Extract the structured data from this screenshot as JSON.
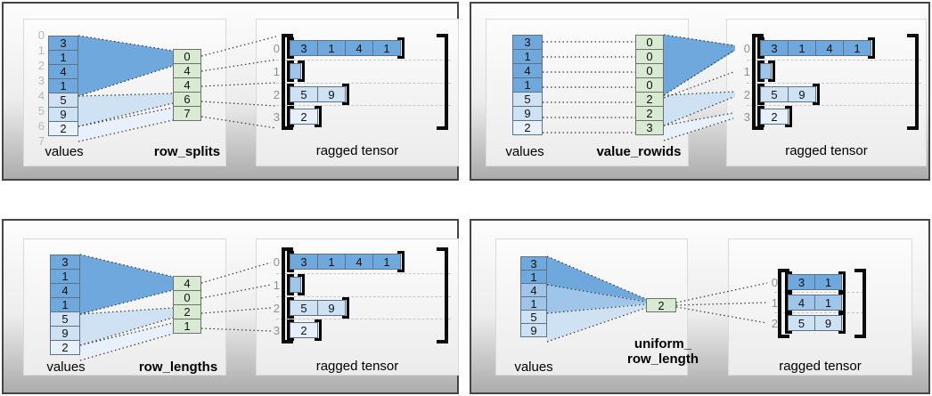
{
  "colors": {
    "dark_blue": "#6fa8dc",
    "medium_blue": "#9fc5e8",
    "light_blue": "#cfe2f3",
    "extra_light_blue": "#e8f1fb",
    "green": "#d9ead3"
  },
  "panels": [
    {
      "key_name": "row_splits",
      "values_label": "values",
      "tensor_label": "ragged tensor",
      "value_indices": [
        "0",
        "1",
        "2",
        "3",
        "4",
        "5",
        "6",
        "7"
      ],
      "values": [
        {
          "v": "3",
          "tone": "dark"
        },
        {
          "v": "1",
          "tone": "dark"
        },
        {
          "v": "4",
          "tone": "dark"
        },
        {
          "v": "1",
          "tone": "dark"
        },
        {
          "v": "5",
          "tone": "light"
        },
        {
          "v": "9",
          "tone": "light"
        },
        {
          "v": "2",
          "tone": "xlight"
        }
      ],
      "key_cells": [
        "0",
        "4",
        "4",
        "6",
        "7"
      ],
      "tensor_rows": [
        {
          "index": "0",
          "tone": "dark",
          "cells": [
            "3",
            "1",
            "4",
            "1"
          ]
        },
        {
          "index": "1",
          "tone": "medium",
          "cells": []
        },
        {
          "index": "2",
          "tone": "light",
          "cells": [
            "5",
            "9"
          ]
        },
        {
          "index": "3",
          "tone": "xlight",
          "cells": [
            "2"
          ]
        }
      ]
    },
    {
      "key_name": "value_rowids",
      "values_label": "values",
      "tensor_label": "ragged tensor",
      "values": [
        {
          "v": "3",
          "tone": "dark"
        },
        {
          "v": "1",
          "tone": "dark"
        },
        {
          "v": "4",
          "tone": "dark"
        },
        {
          "v": "1",
          "tone": "dark"
        },
        {
          "v": "5",
          "tone": "light"
        },
        {
          "v": "9",
          "tone": "light"
        },
        {
          "v": "2",
          "tone": "xlight"
        }
      ],
      "key_cells": [
        "0",
        "0",
        "0",
        "0",
        "2",
        "2",
        "3"
      ],
      "tensor_rows": [
        {
          "index": "0",
          "tone": "dark",
          "cells": [
            "3",
            "1",
            "4",
            "1"
          ]
        },
        {
          "index": "1",
          "tone": "medium",
          "cells": []
        },
        {
          "index": "2",
          "tone": "light",
          "cells": [
            "5",
            "9"
          ]
        },
        {
          "index": "3",
          "tone": "xlight",
          "cells": [
            "2"
          ]
        }
      ]
    },
    {
      "key_name": "row_lengths",
      "values_label": "values",
      "tensor_label": "ragged tensor",
      "values": [
        {
          "v": "3",
          "tone": "dark"
        },
        {
          "v": "1",
          "tone": "dark"
        },
        {
          "v": "4",
          "tone": "dark"
        },
        {
          "v": "1",
          "tone": "dark"
        },
        {
          "v": "5",
          "tone": "light"
        },
        {
          "v": "9",
          "tone": "light"
        },
        {
          "v": "2",
          "tone": "xlight"
        }
      ],
      "key_cells": [
        "4",
        "0",
        "2",
        "1"
      ],
      "tensor_rows": [
        {
          "index": "0",
          "tone": "dark",
          "cells": [
            "3",
            "1",
            "4",
            "1"
          ]
        },
        {
          "index": "1",
          "tone": "medium",
          "cells": []
        },
        {
          "index": "2",
          "tone": "light",
          "cells": [
            "5",
            "9"
          ]
        },
        {
          "index": "3",
          "tone": "xlight",
          "cells": [
            "2"
          ]
        }
      ]
    },
    {
      "key_name_lines": [
        "uniform_",
        "row_length"
      ],
      "values_label": "values",
      "tensor_label": "ragged tensor",
      "values": [
        {
          "v": "3",
          "tone": "dark"
        },
        {
          "v": "1",
          "tone": "dark"
        },
        {
          "v": "4",
          "tone": "medium"
        },
        {
          "v": "1",
          "tone": "medium"
        },
        {
          "v": "5",
          "tone": "light"
        },
        {
          "v": "9",
          "tone": "light"
        }
      ],
      "key_cells": [
        "2"
      ],
      "tensor_rows": [
        {
          "index": "0",
          "tone": "dark",
          "cells": [
            "3",
            "1"
          ]
        },
        {
          "index": "1",
          "tone": "medium",
          "cells": [
            "4",
            "1"
          ]
        },
        {
          "index": "2",
          "tone": "light",
          "cells": [
            "5",
            "9"
          ]
        }
      ]
    }
  ]
}
